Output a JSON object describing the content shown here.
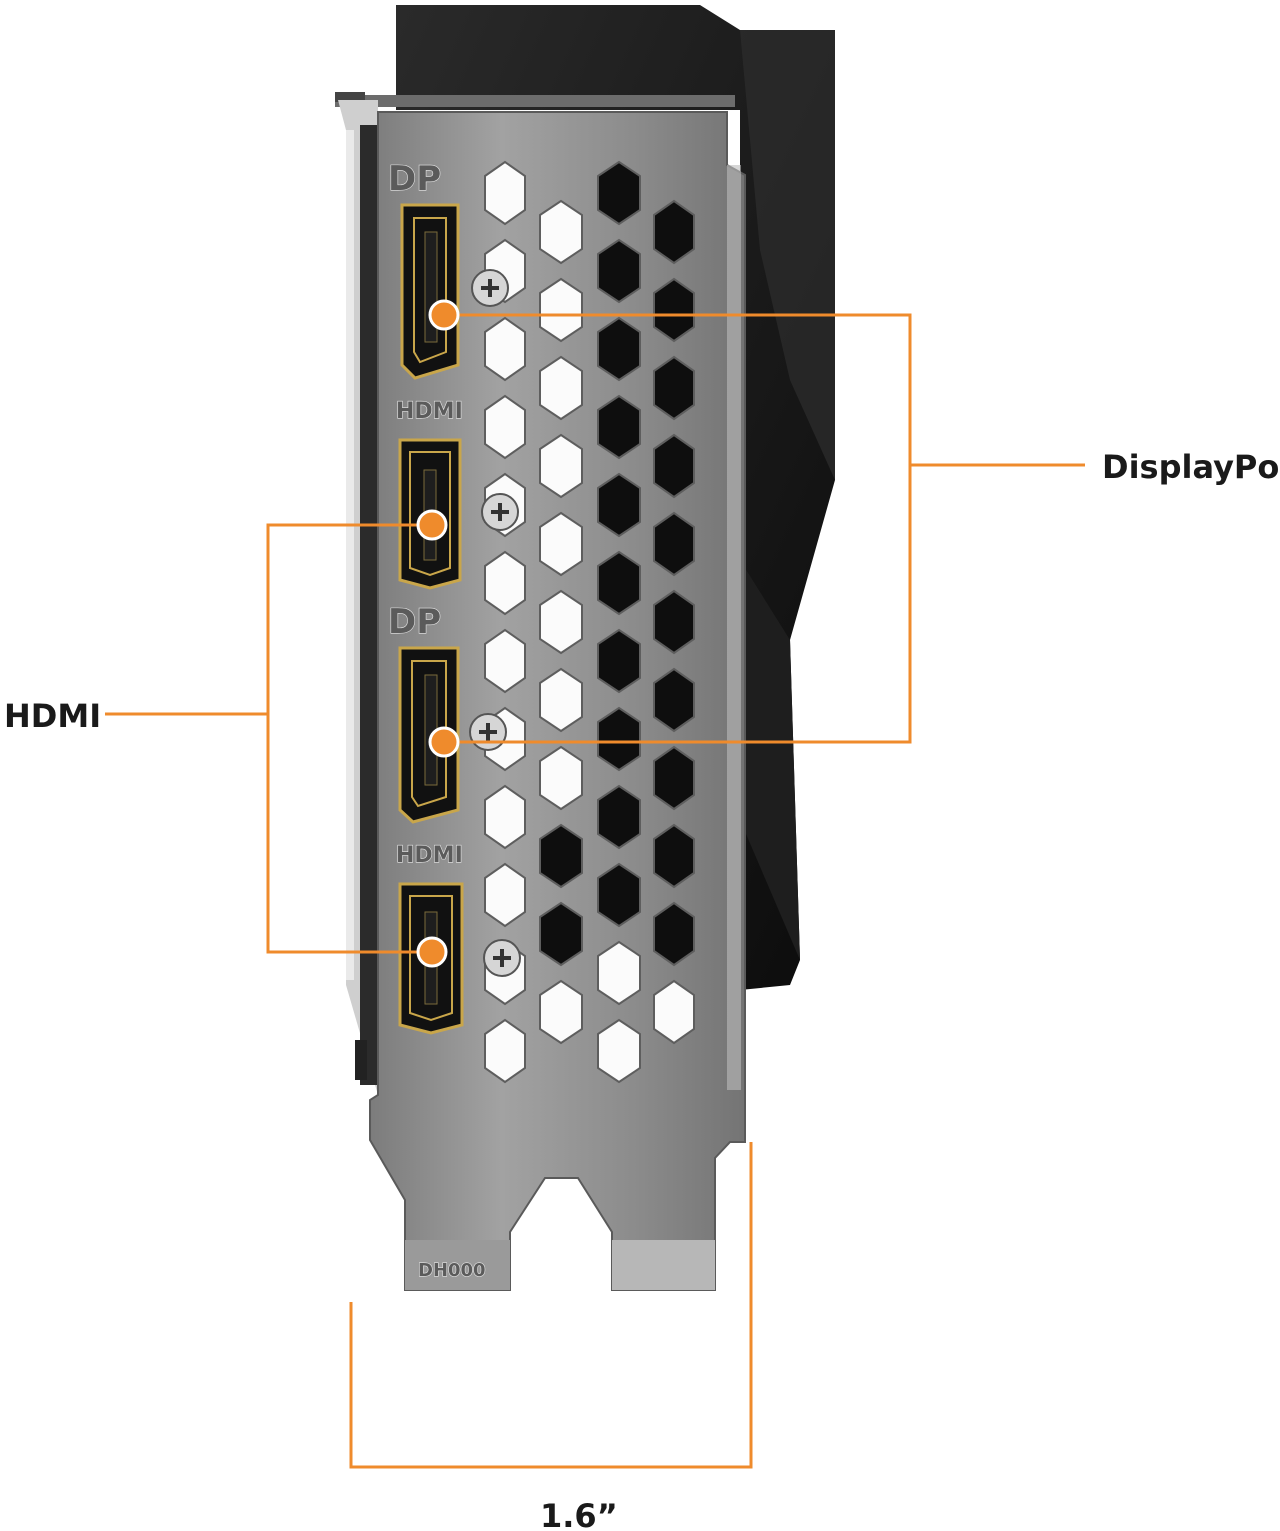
{
  "bracket_engravings": {
    "port_1": "DP",
    "port_2": "HDMI",
    "port_3": "DP",
    "port_4": "HDMI",
    "foot": "DH000"
  },
  "callouts": {
    "displayport": "DisplayPort",
    "hdmi": "HDMI",
    "width": "1.6”"
  },
  "colors": {
    "callout_line": "#ef8b2c",
    "bracket_metal": "#8e8e8e",
    "cooler_shroud": "#151515",
    "connector_gold": "#c9a64a",
    "label_text": "#1a1a1a"
  }
}
